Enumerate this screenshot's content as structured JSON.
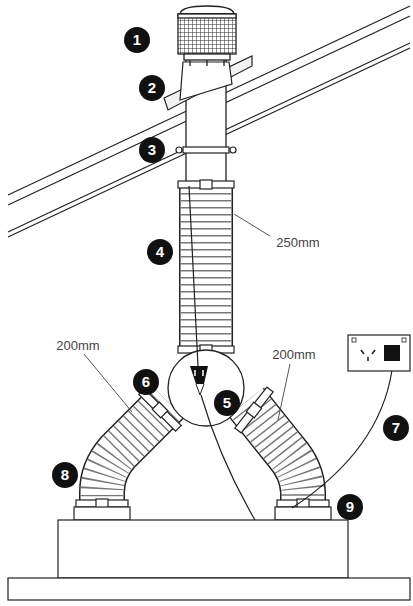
{
  "diagram": {
    "labels": [
      "1",
      "2",
      "3",
      "250mm",
      "4",
      "200mm",
      "6",
      "5",
      "200mm",
      "7",
      "8",
      "9"
    ]
  }
}
